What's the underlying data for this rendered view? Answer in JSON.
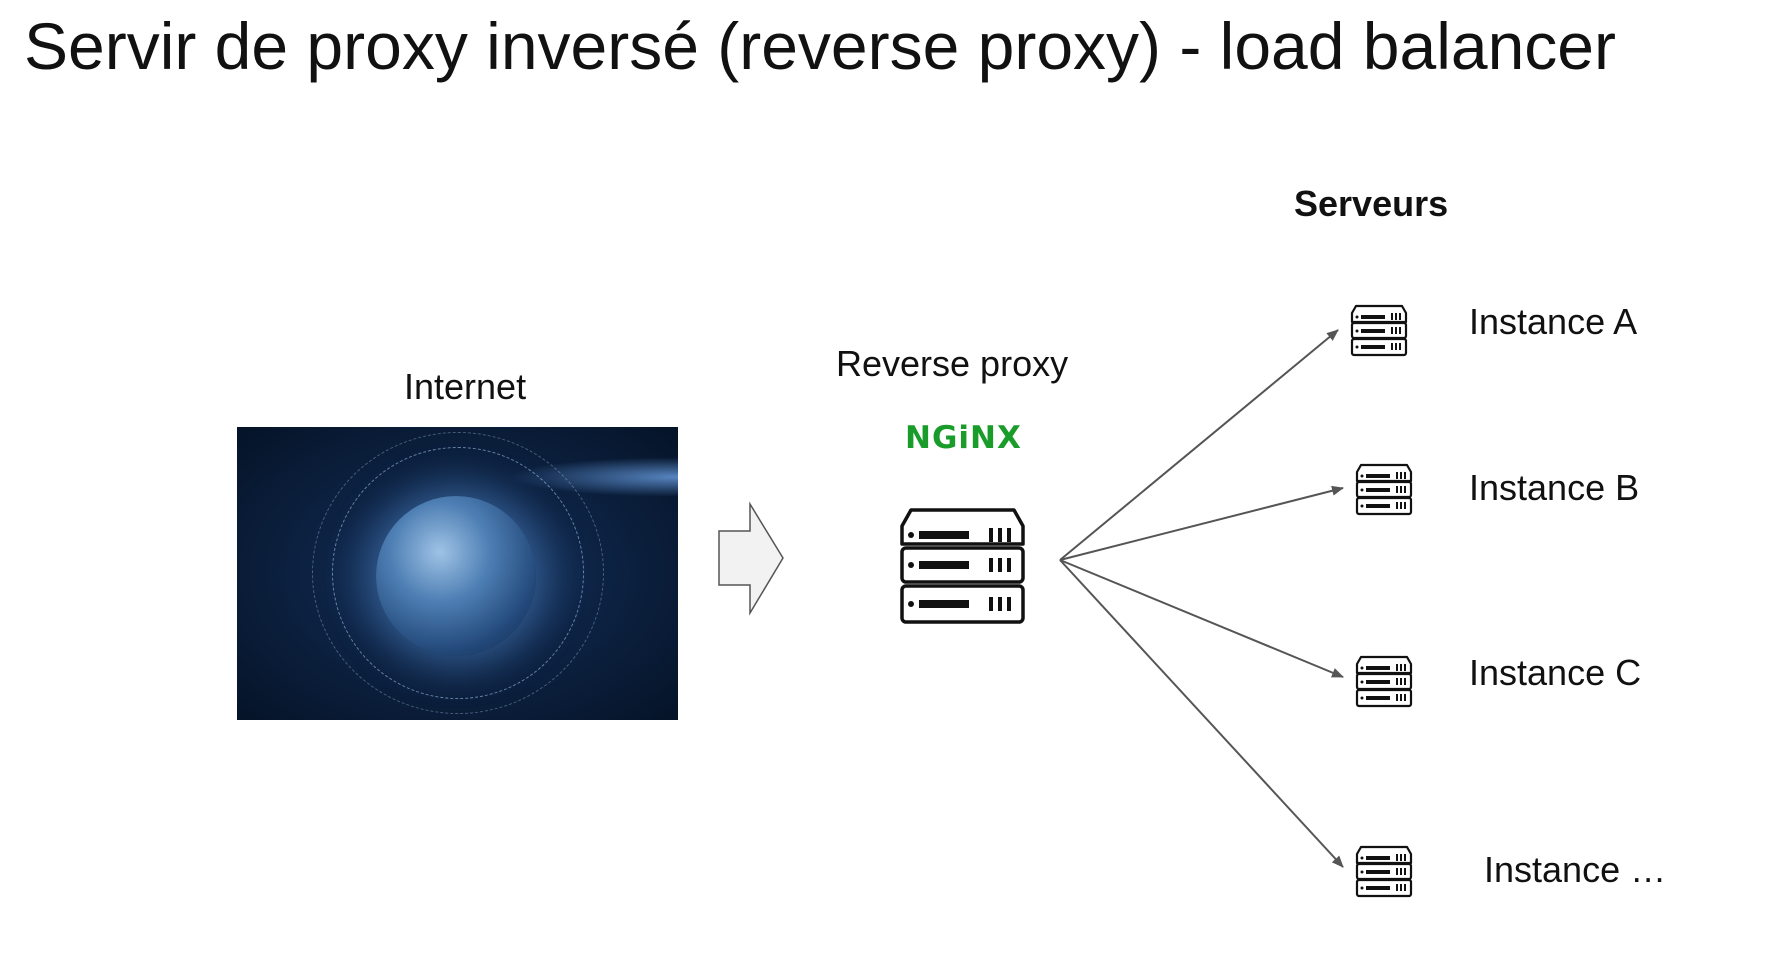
{
  "title": "Servir de proxy inversé (reverse proxy) - load balancer",
  "internet": {
    "label": "Internet",
    "image_icon": "globe-network-image"
  },
  "proxy": {
    "label": "Reverse proxy",
    "logo_text": "NGiNX",
    "logo_color": "#1a9c2a",
    "icon": "server-rack-icon"
  },
  "servers": {
    "heading": "Serveurs",
    "instances": [
      {
        "label": "Instance A",
        "icon": "server-rack-icon"
      },
      {
        "label": "Instance B",
        "icon": "server-rack-icon"
      },
      {
        "label": "Instance C",
        "icon": "server-rack-icon"
      },
      {
        "label": "Instance …",
        "icon": "server-rack-icon"
      }
    ]
  },
  "colors": {
    "arrow": "#555555",
    "block_arrow_fill": "#f2f2f2"
  }
}
